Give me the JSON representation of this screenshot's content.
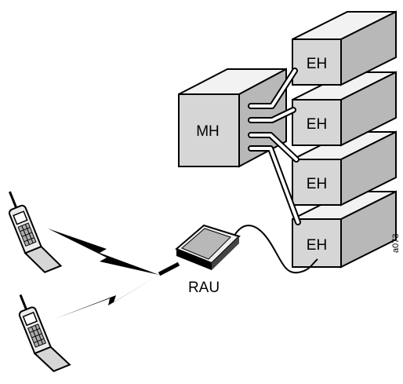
{
  "diagram": {
    "mh_label": "MH",
    "eh_label": "EH",
    "rau_label": "RAU",
    "figure_id": "a073",
    "eh_units": [
      {
        "label": "EH"
      },
      {
        "label": "EH"
      },
      {
        "label": "EH"
      },
      {
        "label": "EH"
      }
    ],
    "devices": [
      {
        "name": "mobile-phone"
      },
      {
        "name": "mobile-phone"
      }
    ]
  }
}
